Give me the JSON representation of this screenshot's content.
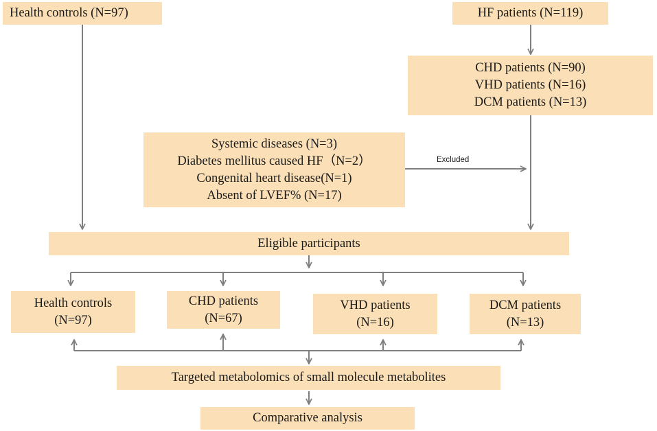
{
  "diagram": {
    "nodes": {
      "health_controls_top": [
        "Health controls (N=97)"
      ],
      "hf_patients": [
        "HF patients (N=119)"
      ],
      "hf_subgroups": [
        "CHD patients (N=90)",
        "VHD patients (N=16)",
        "DCM patients (N=13)"
      ],
      "exclusions": [
        "Systemic diseases (N=3)",
        "Diabetes mellitus caused HF（N=2）",
        "Congenital heart disease(N=1)",
        "Absent of LVEF% (N=17)"
      ],
      "eligible": [
        "Eligible participants"
      ],
      "group_health": [
        "Health controls",
        "(N=97)"
      ],
      "group_chd": [
        "CHD patients",
        "(N=67)"
      ],
      "group_vhd": [
        "VHD patients",
        "(N=16)"
      ],
      "group_dcm": [
        "DCM patients",
        "(N=13)"
      ],
      "metabolomics": [
        "Targeted metabolomics of small molecule metabolites"
      ],
      "analysis": [
        "Comparative analysis"
      ]
    },
    "edge_label": "Excluded",
    "colors": {
      "box_fill": "#fbdfb6",
      "line": "#7f7f7f",
      "text": "#1a1a1a"
    }
  }
}
